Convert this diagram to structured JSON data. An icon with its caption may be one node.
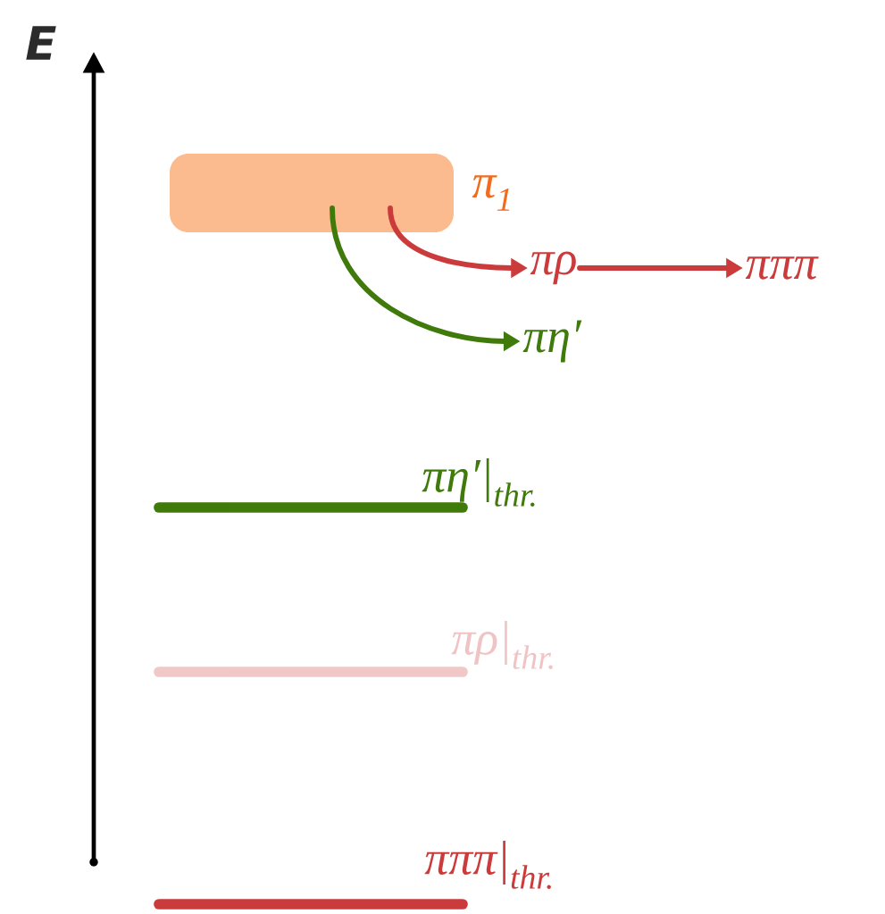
{
  "diagram": {
    "nodes": [
      {
        "text": [
          "π$_{1}$"
        ]
      },
      {
        "text": [
          "πρ"
        ]
      },
      {
        "text": [
          "πππ"
        ]
      },
      {
        "text": [
          "πη′"
        ]
      }
    ],
    "edges": [
      {
        "from": 0,
        "to": 1,
        "arrow": "to"
      },
      {
        "from": 0,
        "to": 3,
        "arrow": "to",
        "color": "#3f7a0a"
      },
      {
        "from": 1,
        "to": 2,
        "arrow": "to"
      }
    ],
    "labels": [
      "E",
      "πη′|$_{thr.}$",
      "πρ|$_{thr.}$",
      "πππ|$_{thr.}$"
    ]
  }
}
